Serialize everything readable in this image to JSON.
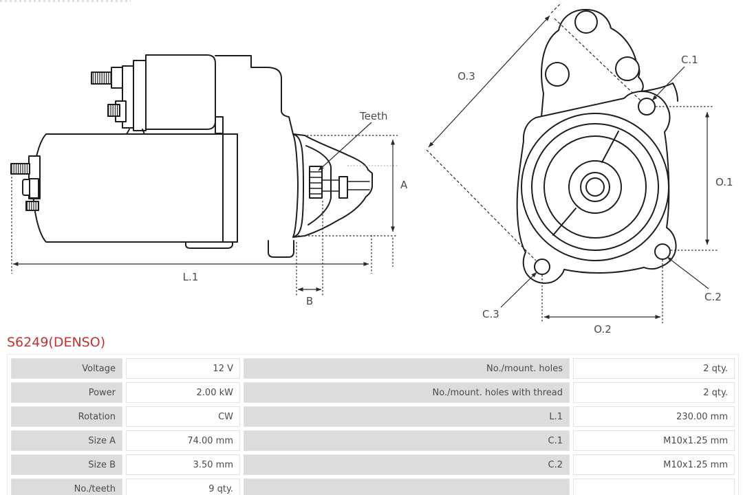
{
  "title": {
    "text": "S6249(DENSO)"
  },
  "colors": {
    "accent_red": "#c53230",
    "drawing_line": "#1d1d1d",
    "dimension_line": "#2a2a2a",
    "label_text": "#4a4a4a",
    "table_label_bg": "#dcdcdc",
    "table_border": "#e2e2e2"
  },
  "diagram": {
    "side_view": {
      "teeth_label": "Teeth",
      "dim_a": "A",
      "dim_b": "B",
      "dim_l1": "L.1"
    },
    "front_view": {
      "dim_o1": "O.1",
      "dim_o2": "O.2",
      "dim_o3": "O.3",
      "dim_c1": "C.1",
      "dim_c2": "C.2",
      "dim_c3": "C.3"
    }
  },
  "spec_table": {
    "rows": [
      {
        "label": "Voltage",
        "value": "12 V",
        "label2": "No./mount. holes",
        "value2": "2 qty."
      },
      {
        "label": "Power",
        "value": "2.00 kW",
        "label2": "No./mount. holes with thread",
        "value2": "2 qty."
      },
      {
        "label": "Rotation",
        "value": "CW",
        "label2": "L.1",
        "value2": "230.00 mm"
      },
      {
        "label": "Size A",
        "value": "74.00 mm",
        "label2": "C.1",
        "value2": "M10x1.25 mm"
      },
      {
        "label": "Size B",
        "value": "3.50 mm",
        "label2": "C.2",
        "value2": "M10x1.25 mm"
      },
      {
        "label": "No./teeth",
        "value": "9 qty.",
        "label2": "",
        "value2": ""
      }
    ]
  }
}
